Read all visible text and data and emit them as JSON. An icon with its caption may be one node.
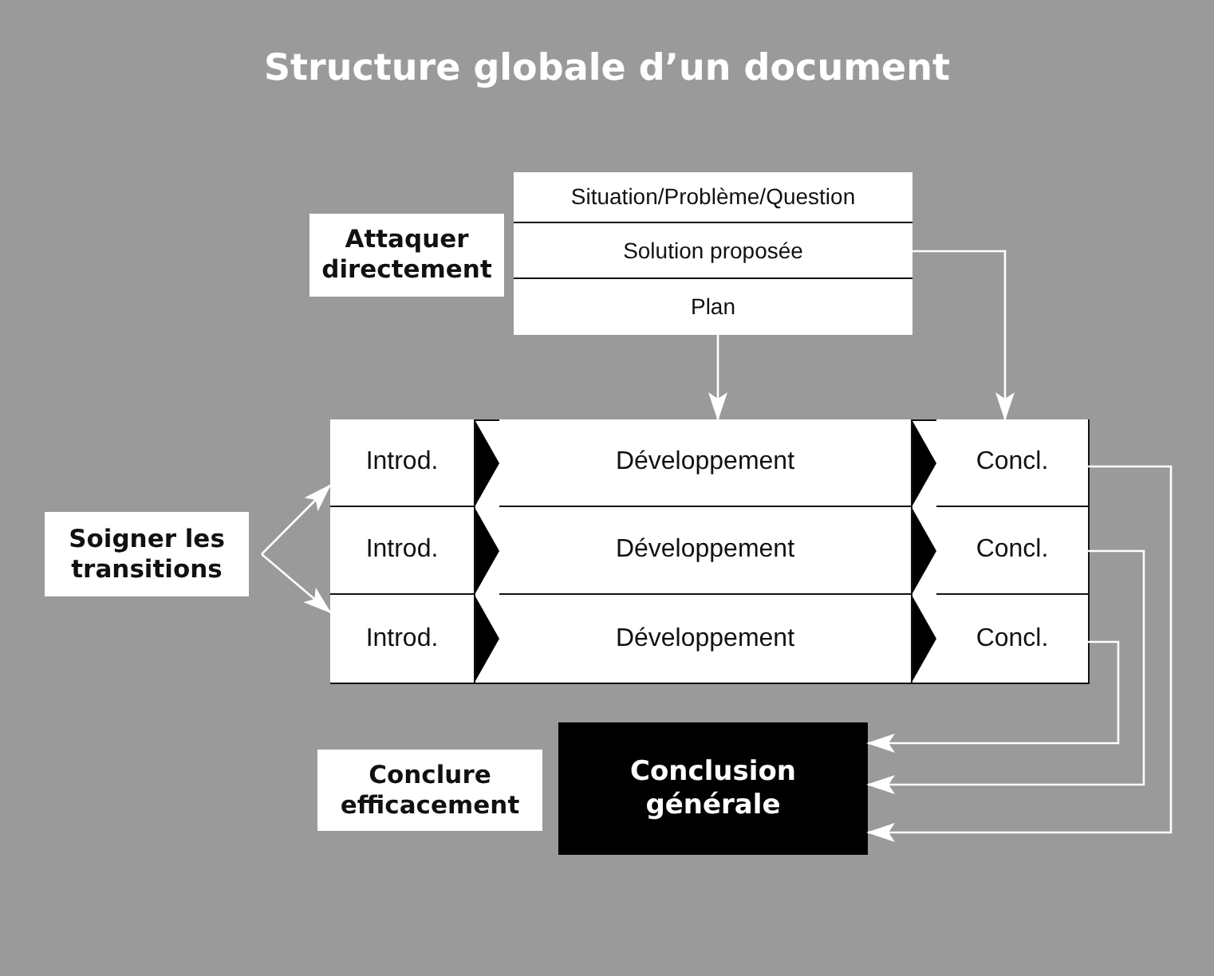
{
  "diagram": {
    "title": "Structure globale d’un document",
    "nodes": [
      {
        "text": [
          "Situation/Problème/Question"
        ]
      },
      {
        "text": [
          "Solution proposée"
        ]
      },
      {
        "text": [
          "Plan"
        ]
      },
      {
        "text": [
          "Attaquer directement"
        ]
      },
      {
        "text": [
          "Soigner les transitions"
        ]
      },
      {
        "text": [
          "Introd."
        ]
      },
      {
        "text": [
          "Développement"
        ]
      },
      {
        "text": [
          "Concl."
        ]
      },
      {
        "text": [
          "Introd."
        ]
      },
      {
        "text": [
          "Développement"
        ]
      },
      {
        "text": [
          "Concl."
        ]
      },
      {
        "text": [
          "Introd."
        ]
      },
      {
        "text": [
          "Développement"
        ]
      },
      {
        "text": [
          "Concl."
        ]
      },
      {
        "text": [
          "Conclure efficacement"
        ]
      },
      {
        "text": [
          "Conclusion générale"
        ]
      }
    ],
    "edges": [
      {
        "from": 2,
        "to": 6,
        "arrow": "to"
      },
      {
        "from": 1,
        "to": 7,
        "arrow": "to"
      },
      {
        "from": 4,
        "to": 5,
        "arrow": "to"
      },
      {
        "from": 4,
        "to": 11,
        "arrow": "to"
      },
      {
        "from": 5,
        "to": 6,
        "arrow": "to",
        "color": "#000000"
      },
      {
        "from": 6,
        "to": 7,
        "arrow": "to",
        "color": "#000000"
      },
      {
        "from": 8,
        "to": 9,
        "arrow": "to",
        "color": "#000000"
      },
      {
        "from": 9,
        "to": 10,
        "arrow": "to",
        "color": "#000000"
      },
      {
        "from": 11,
        "to": 12,
        "arrow": "to",
        "color": "#000000"
      },
      {
        "from": 12,
        "to": 13,
        "arrow": "to",
        "color": "#000000"
      },
      {
        "from": 7,
        "to": 15,
        "arrow": "to"
      },
      {
        "from": 10,
        "to": 15,
        "arrow": "to"
      },
      {
        "from": 13,
        "to": 15,
        "arrow": "to"
      }
    ]
  }
}
